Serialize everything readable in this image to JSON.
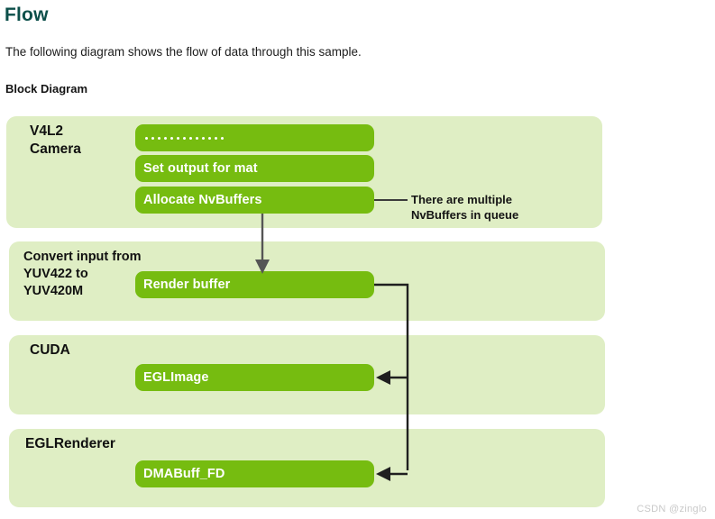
{
  "page": {
    "title": "Flow",
    "intro": "The following diagram shows the flow of data through this sample.",
    "subtitle": "Block Diagram",
    "watermark": "CSDN @zinglo"
  },
  "colors": {
    "title": "#0c4f4a",
    "panel_bg": "#dfeec4",
    "pill_bg": "#76bc10",
    "pill_text": "#ffffff",
    "arrow_down": "#555555",
    "arrow_side": "#1f1f1f",
    "watermark": "#c9c9c9"
  },
  "diagram": {
    "panels": [
      {
        "id": "v4l2-camera",
        "label": "V4L2\nCamera",
        "pills": [
          {
            "id": "dots",
            "label": "",
            "dots": 13
          },
          {
            "id": "set-output-for-mat",
            "label": "Set output for mat"
          },
          {
            "id": "allocate-nvbuffers",
            "label": "Allocate NvBuffers"
          }
        ]
      },
      {
        "id": "convert-input",
        "label": "Convert input from\nYUV422 to\nYUV420M",
        "pills": [
          {
            "id": "render-buffer",
            "label": "Render buffer"
          }
        ]
      },
      {
        "id": "cuda",
        "label": "CUDA",
        "pills": [
          {
            "id": "eglimage",
            "label": "EGLImage"
          }
        ]
      },
      {
        "id": "eglrenderer",
        "label": "EGLRenderer",
        "pills": [
          {
            "id": "dmabuff-fd",
            "label": "DMABuff_FD"
          }
        ]
      }
    ],
    "notes": [
      {
        "id": "nvbuffers-queue-note",
        "text": "There are multiple\nNvBuffers in queue"
      }
    ]
  }
}
